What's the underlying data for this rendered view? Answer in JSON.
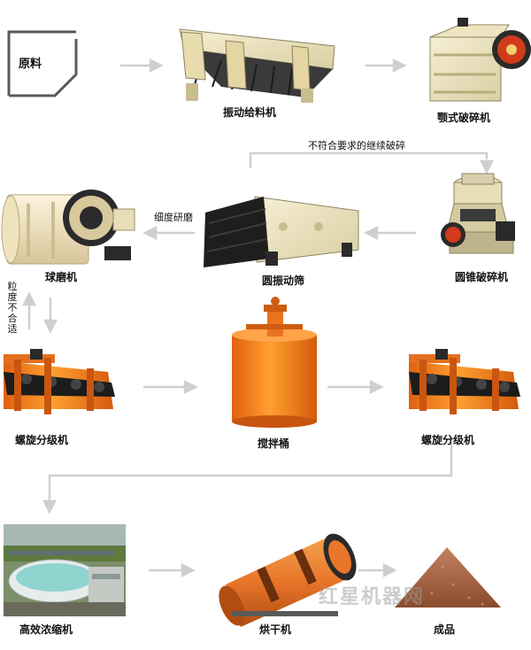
{
  "nodes": {
    "raw": "原料",
    "feeder": "振动给料机",
    "jaw": "颚式破碎机",
    "cone": "圆锥破碎机",
    "screen": "圆振动筛",
    "ball": "球磨机",
    "classifier1": "螺旋分级机",
    "agitator": "搅拌桶",
    "classifier2": "螺旋分级机",
    "thickener": "高效浓缩机",
    "dryer": "烘干机",
    "product": "成品"
  },
  "notes": {
    "recrush": "不符合要求的继续破碎",
    "fine_grind": "细度研磨",
    "size_unfit": "粒度不合适"
  },
  "watermark": "红星机器网",
  "colors": {
    "arrow": "#cfcfcf",
    "machine_orange": "#f08a1c",
    "machine_dark": "#2a2a2a",
    "machine_cream": "#efe6c4",
    "product_brown": "#9e5b3a",
    "pool_teal": "#8fd4cf"
  }
}
